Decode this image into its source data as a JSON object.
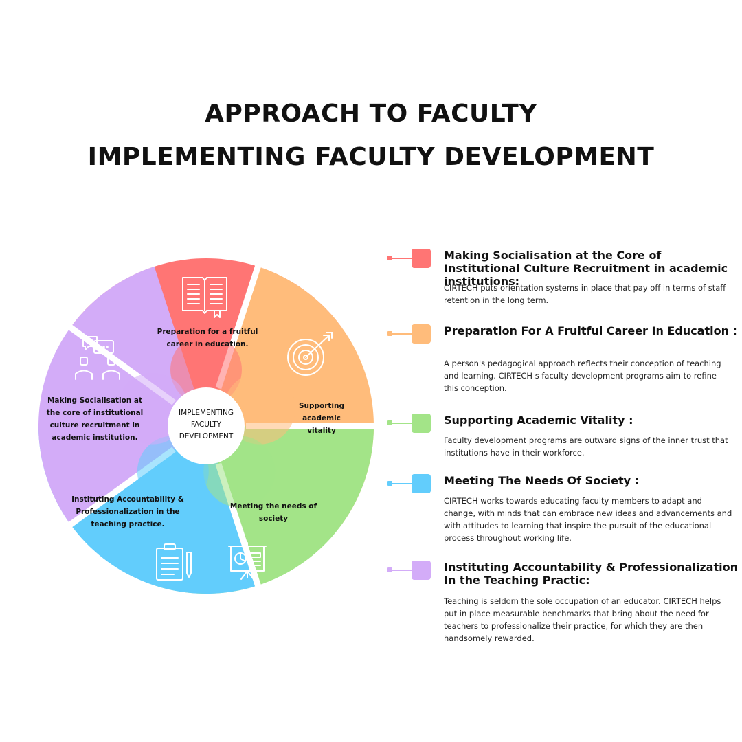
{
  "title": {
    "line1": "APPROACH TO FACULTY",
    "line2": "IMPLEMENTING FACULTY DEVELOPMENT"
  },
  "colors": {
    "red": "#ff7574",
    "orange": "#ffbc7b",
    "green": "#a3e488",
    "blue": "#62cdfc",
    "purple": "#d3acf8"
  },
  "hub": {
    "label_lines": [
      "IMPLEMENTING",
      "FACULTY",
      "DEVELOPMENT"
    ]
  },
  "segments": [
    {
      "key": "career",
      "icon": "open-book-icon",
      "lines": [
        "Preparation for a fruitful",
        "career in education."
      ]
    },
    {
      "key": "vitality",
      "icon": "target-icon",
      "lines": [
        "Supporting",
        "academic",
        "vitality"
      ]
    },
    {
      "key": "society",
      "icon": "presentation-board-icon",
      "lines": [
        "Meeting the needs of",
        "society"
      ]
    },
    {
      "key": "accountability",
      "icon": "clipboard-pencil-icon",
      "lines": [
        "Instituting Accountability &",
        "Professionalization in the",
        "teaching practice."
      ]
    },
    {
      "key": "socialisation",
      "icon": "people-chat-icon",
      "lines": [
        "Making Socialisation at",
        "the core of institutional",
        "culture recruitment in",
        "academic institution."
      ]
    }
  ],
  "items": [
    {
      "heading": "Making Socialisation at the Core of Institutional Culture Recruitment in academic institutions:",
      "body": "CIRTECH puts orientation systems in place that pay off in terms of staff retention in the long term."
    },
    {
      "heading": "Preparation For A Fruitful Career In Education :",
      "body": "A person's pedagogical approach reflects their conception of teaching and learning. CIRTECH s faculty development programs aim to refine this conception."
    },
    {
      "heading": "Supporting Academic Vitality :",
      "body": "Faculty development programs are outward signs of the inner trust that institutions have in their workforce."
    },
    {
      "heading": "Meeting The Needs Of Society :",
      "body": "CIRTECH works towards educating faculty members to adapt and change, with minds that can embrace new ideas and advancements and with attitudes to learning that inspire the pursuit of the educational process throughout working life."
    },
    {
      "heading": "Instituting Accountability & Professionalization In the Teaching Practic:",
      "body": "Teaching is seldom the sole occupation of an educator. CIRTECH helps put in place measurable benchmarks that bring about the need for teachers to professionalize their practice, for which they are then handsomely rewarded."
    }
  ]
}
